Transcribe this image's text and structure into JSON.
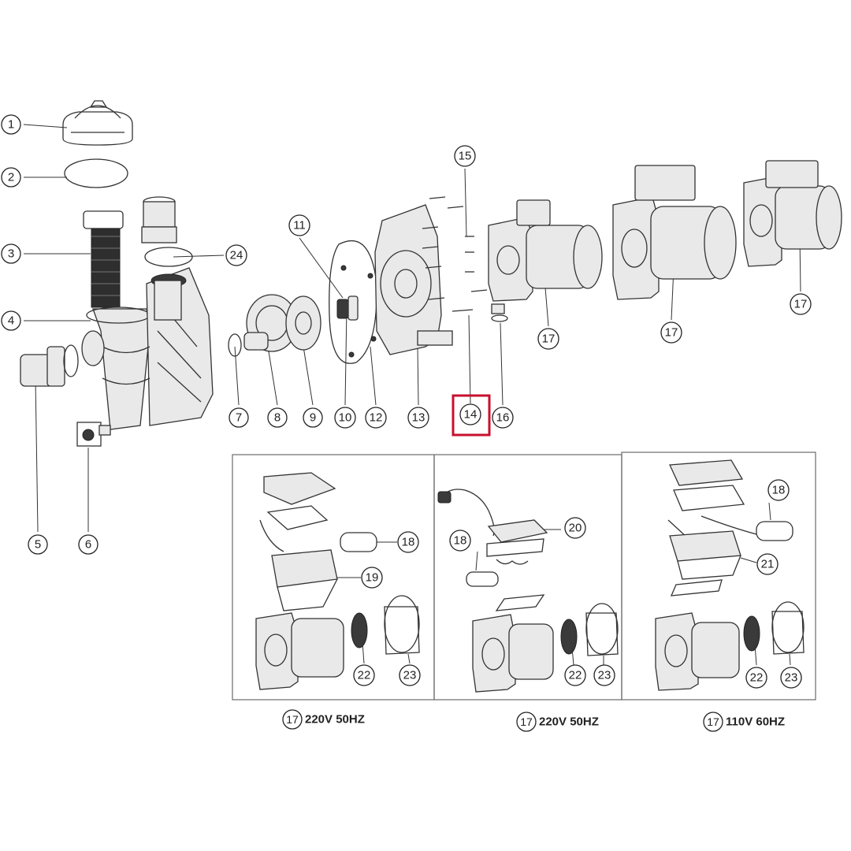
{
  "callouts": {
    "c1": "1",
    "c2": "2",
    "c3": "3",
    "c4": "4",
    "c5": "5",
    "c6": "6",
    "c7": "7",
    "c8": "8",
    "c9": "9",
    "c10": "10",
    "c11": "11",
    "c12": "12",
    "c13": "13",
    "c14": "14",
    "c15": "15",
    "c16": "16",
    "c24": "24",
    "c17a": "17",
    "c17b": "17",
    "c17c": "17",
    "p1_18": "18",
    "p1_19": "19",
    "p1_22": "22",
    "p1_23": "23",
    "p2_18": "18",
    "p2_20": "20",
    "p2_22": "22",
    "p2_23": "23",
    "p3_18": "18",
    "p3_21": "21",
    "p3_22": "22",
    "p3_23": "23"
  },
  "panels": [
    {
      "number": "17",
      "caption": "220V 50HZ"
    },
    {
      "number": "17",
      "caption": "220V 50HZ"
    },
    {
      "number": "17",
      "caption": "110V 60HZ"
    }
  ],
  "highlight": {
    "part": "14",
    "color": "#c8102e"
  }
}
